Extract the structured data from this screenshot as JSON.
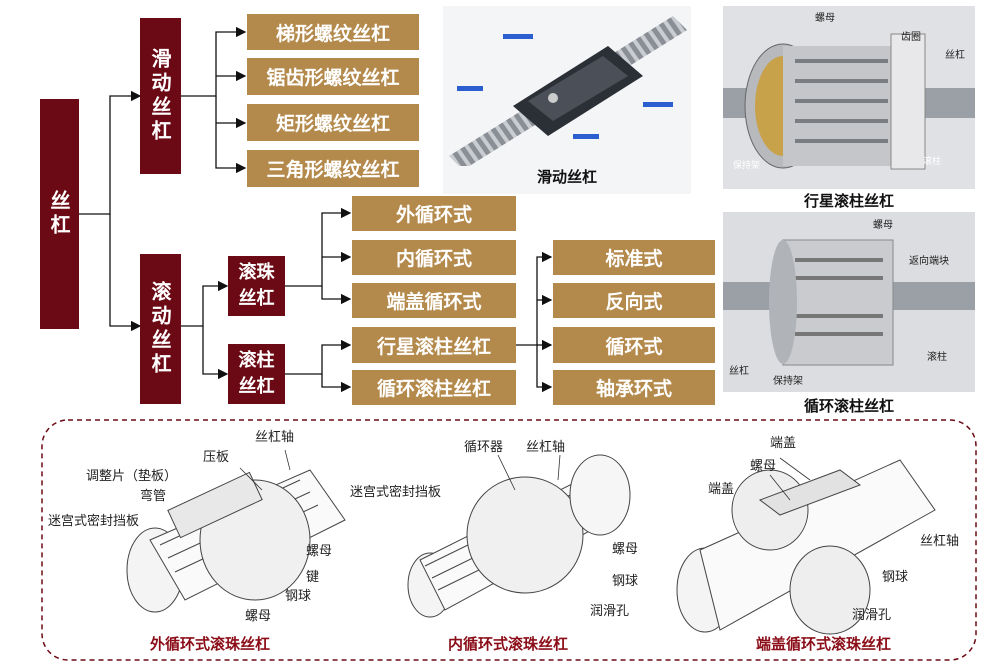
{
  "tree": {
    "root": "丝杠",
    "branches": {
      "sliding": "滑动丝杠",
      "rolling": "滚动丝杠"
    },
    "sliding_types": [
      "梯形螺纹丝杠",
      "锯齿形螺纹丝杠",
      "矩形螺纹丝杠",
      "三角形螺纹丝杠"
    ],
    "rolling_sub": {
      "ball": "滚珠\n丝杠",
      "roller": "滚柱\n丝杠"
    },
    "ball_types": [
      "外循环式",
      "内循环式",
      "端盖循环式"
    ],
    "roller_types": [
      "行星滚柱丝杠",
      "循环滚柱丝杠"
    ],
    "roller_variants": [
      "标准式",
      "反向式",
      "循环式",
      "轴承环式"
    ]
  },
  "photos": {
    "sliding": {
      "caption": "滑动丝杠"
    },
    "planetary": {
      "caption": "行星滚柱丝杠",
      "labels": {
        "nut": "螺母",
        "gear_ring": "齿圈",
        "screw": "丝杠",
        "cage": "保持架",
        "roller": "滚柱"
      }
    },
    "recirculating": {
      "caption": "循环滚柱丝杠",
      "labels": {
        "nut": "螺母",
        "return_block": "返向端块",
        "roller": "滚柱",
        "screw": "丝杠",
        "cage": "保持架"
      }
    }
  },
  "diagrams": {
    "external": {
      "caption": "外循环式滚珠丝杠",
      "labels": {
        "shaft": "丝杠轴",
        "plate": "压板",
        "shim": "调整片（垫板）",
        "tube": "弯管",
        "seal": "迷宫式密封挡板",
        "nut": "螺母",
        "key": "键",
        "ball": "钢球",
        "nut2": "螺母"
      }
    },
    "internal": {
      "caption": "内循环式滚珠丝杠",
      "labels": {
        "circulator": "循环器",
        "shaft": "丝杠轴",
        "seal": "迷宫式密封挡板",
        "nut": "螺母",
        "ball": "钢球",
        "lube": "润滑孔"
      }
    },
    "endcap": {
      "caption": "端盖循环式滚珠丝杠",
      "labels": {
        "cap1": "端盖",
        "nut": "螺母",
        "cap2": "端盖",
        "shaft": "丝杠轴",
        "ball": "钢球",
        "lube": "润滑孔"
      }
    }
  },
  "colors": {
    "maroon": "#6b0a14",
    "gold": "#b48a4c",
    "caption_red": "#8b0d18"
  }
}
